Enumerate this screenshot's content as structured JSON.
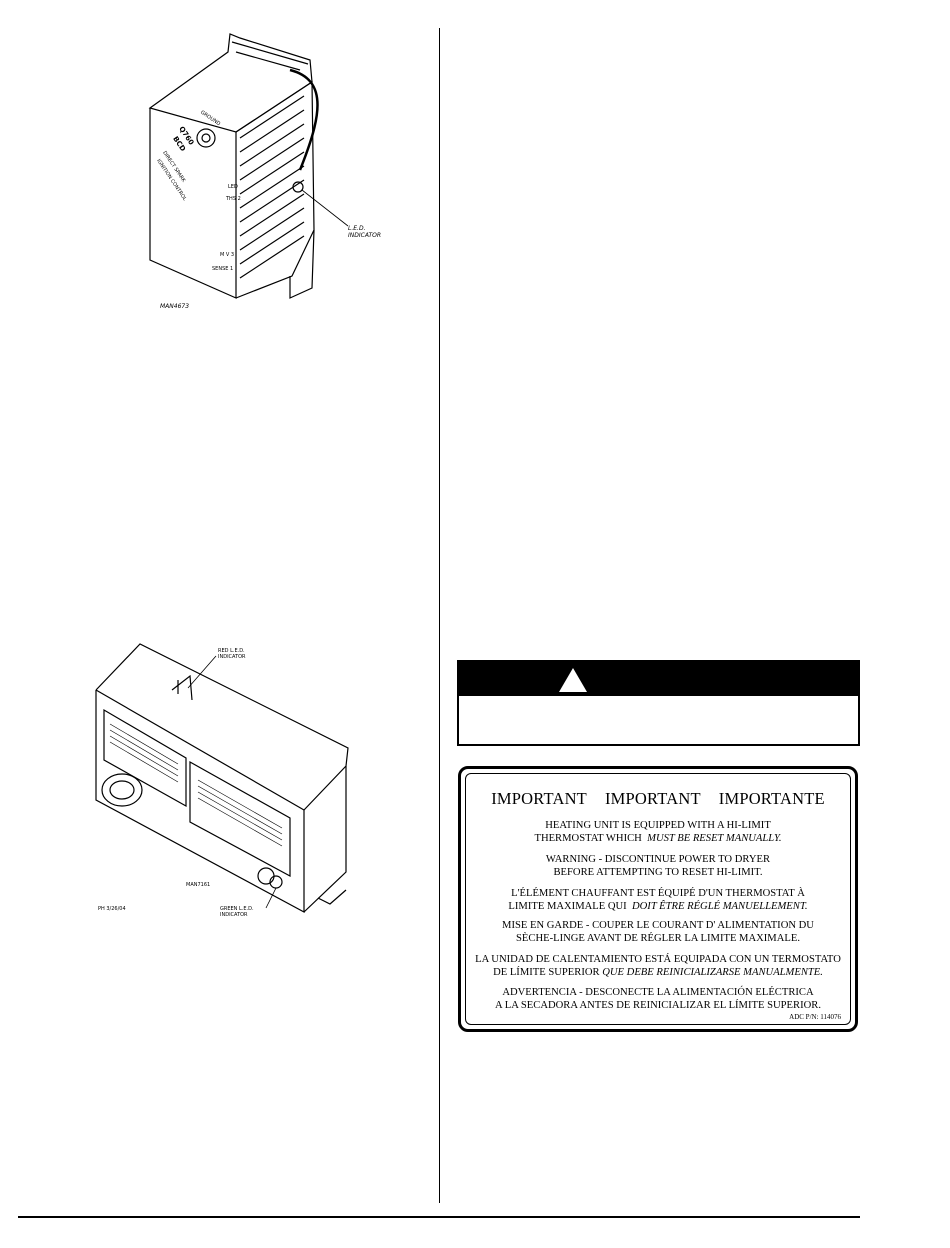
{
  "figure_top": {
    "model": "Q760",
    "model_suffix": "BCD",
    "desc_lines": [
      "DIRECT SPARK",
      "IGNITION CONTROL"
    ],
    "ground": "GROUND",
    "led_tag": "LED",
    "ths_tag": "THS 2",
    "mv_tag": "M V 3",
    "sense_tag": "SENSE 1",
    "callout_line1": "L.E.D.",
    "callout_line2": "INDICATOR",
    "drawing_id": "MAN4673"
  },
  "figure_bottom": {
    "top_callout_line1": "RED L.E.D.",
    "top_callout_line2": "INDICATOR",
    "bottom_callout_line1": "GREEN L.E.D.",
    "bottom_callout_line2": "INDICATOR",
    "drawing_id": "MAN7161",
    "date_code": "PH 3/26/04"
  },
  "warning": {
    "title": "",
    "body": ""
  },
  "label": {
    "title": "IMPORTANT   IMPORTANT   IMPORTANTE",
    "en_1_a": "HEATING UNIT IS EQUIPPED WITH A HI-LIMIT",
    "en_1_b": "THERMOSTAT WHICH",
    "en_1_b_em": "MUST BE RESET MANUALLY.",
    "en_2_a": "WARNING - DISCONTINUE POWER TO DRYER",
    "en_2_b": "BEFORE ATTEMPTING TO RESET HI-LIMIT.",
    "fr_1_a": "L'ÉLÉMENT CHAUFFANT EST ÉQUIPÉ D'UN THERMOSTAT À",
    "fr_1_b": "LIMITE MAXIMALE QUI",
    "fr_1_b_em": "DOIT ÊTRE RÉGLÉ MANUELLEMENT.",
    "fr_2_a": "MISE EN GARDE - COUPER LE COURANT D' ALIMENTATION DU",
    "fr_2_b": "SÈCHE-LINGE AVANT DE RÉGLER LA LIMITE MAXIMALE.",
    "es_1_a": "LA UNIDAD DE CALENTAMIENTO ESTÁ EQUIPADA CON UN TERMOSTATO",
    "es_1_b": "DE LÍMITE SUPERIOR",
    "es_1_b_em": "QUE DEBE REINICIALIZARSE MANUALMENTE.",
    "es_2_a": "ADVERTENCIA - DESCONECTE LA ALIMENTACIÓN ELÉCTRICA",
    "es_2_b": "A LA SECADORA ANTES DE REINICIALIZAR EL LÍMITE SUPERIOR.",
    "part_number": "ADC P/N: 114076"
  }
}
